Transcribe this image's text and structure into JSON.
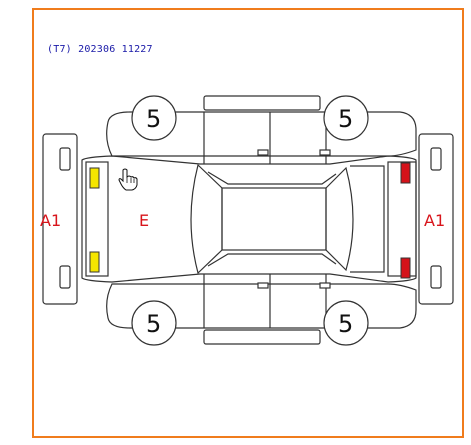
{
  "header": {
    "code": "(T7) 202306 11227"
  },
  "labels": {
    "front_grade": "A1",
    "rear_grade": "A1",
    "hood_grade": "E",
    "front_left_wheel": "5",
    "front_right_wheel": "5",
    "rear_left_wheel": "5",
    "rear_right_wheel": "5"
  },
  "colors": {
    "frame": "#f07c1c",
    "header_text": "#1a1aa8",
    "grade_text": "#d8141b",
    "front_lamp": "#f5e600",
    "rear_lamp": "#d4121a"
  },
  "icons": {
    "cursor": "hand-pointer-icon"
  }
}
